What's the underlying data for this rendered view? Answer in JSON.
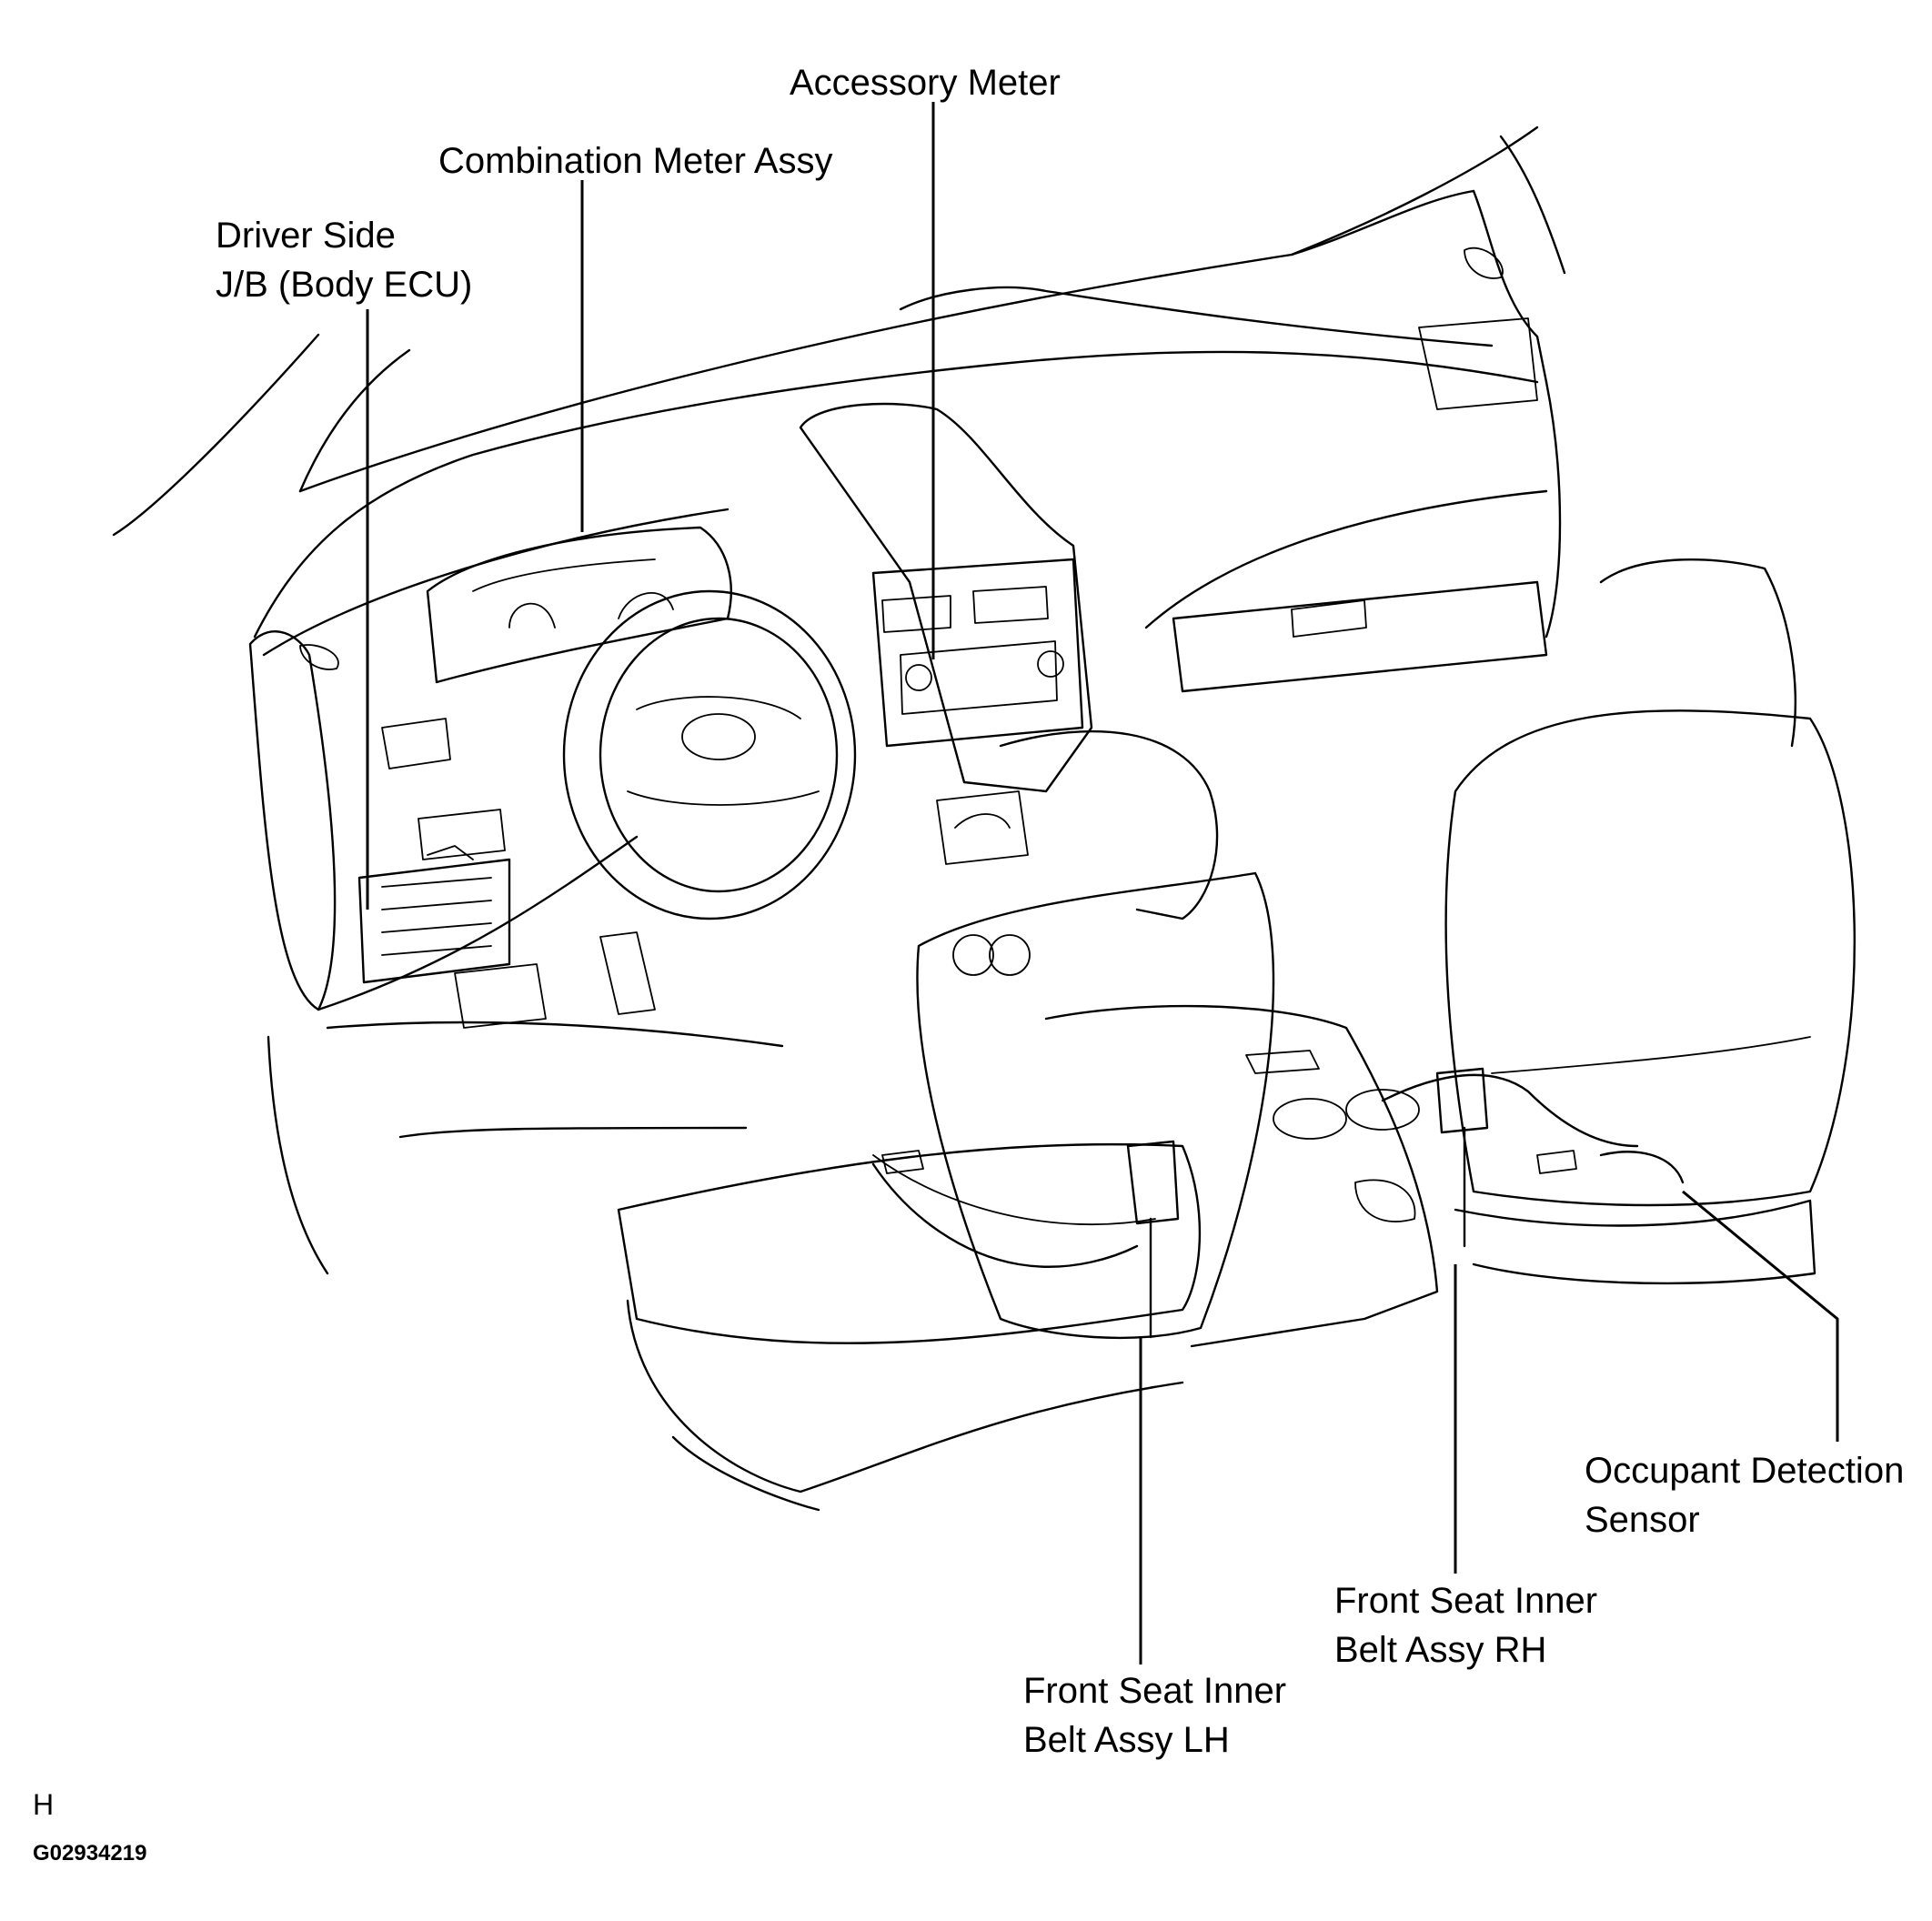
{
  "labels": {
    "accessory_meter": "Accessory Meter",
    "combination_meter": "Combination Meter Assy",
    "driver_jb_line1": "Driver Side",
    "driver_jb_line2": "J/B (Body ECU)",
    "occupant_line1": "Occupant Detection",
    "occupant_line2": "Sensor",
    "belt_rh_line1": "Front Seat Inner",
    "belt_rh_line2": "Belt Assy RH",
    "belt_lh_line1": "Front Seat Inner",
    "belt_lh_line2": "Belt Assy LH"
  },
  "footer": {
    "letter": "H",
    "figure_code": "G02934219"
  }
}
